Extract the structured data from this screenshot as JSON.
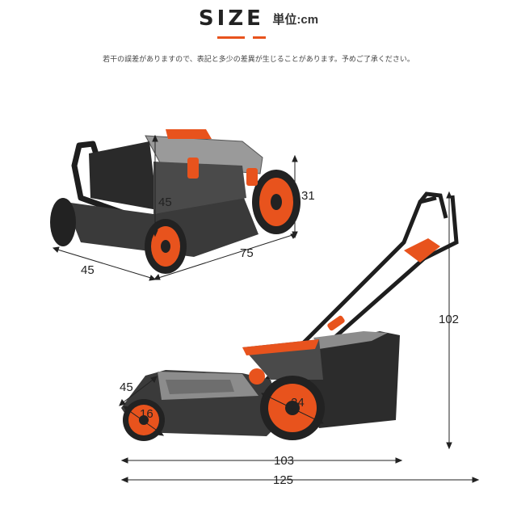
{
  "header": {
    "title": "SIZE",
    "unit": "単位:cm",
    "note": "若干の誤差がありますので、表記と多少の差異が生じることがあります。予めご了承ください。"
  },
  "top_view": {
    "width": "45",
    "depth": "75",
    "height_body": "45",
    "wheel_height": "31"
  },
  "side_view": {
    "width": "45",
    "front_wheel": "16",
    "rear_wheel": "24",
    "height": "102",
    "body_length": "103",
    "total_length": "125"
  },
  "colors": {
    "accent": "#e8531d",
    "body": "#3a3a3a",
    "grey": "#9a9a9a",
    "dark": "#1e1e1e"
  }
}
